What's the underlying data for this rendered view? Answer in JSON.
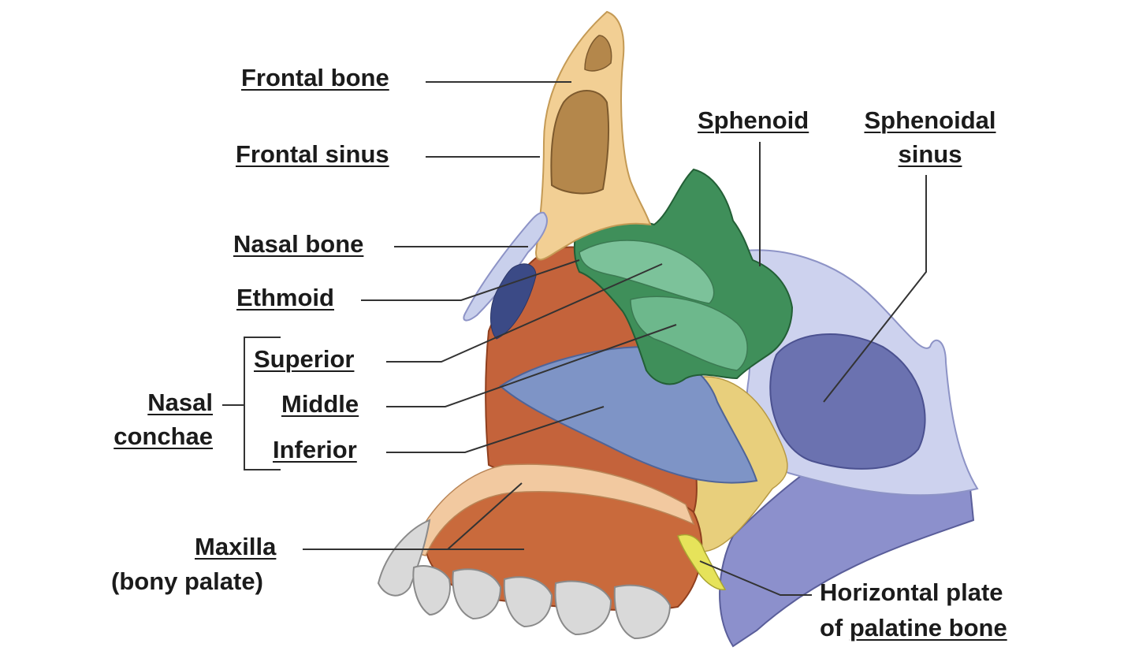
{
  "labels": {
    "frontal_bone": "Frontal bone",
    "frontal_sinus": "Frontal sinus",
    "nasal_bone": "Nasal bone",
    "ethmoid": "Ethmoid",
    "superior": "Superior",
    "middle": "Middle",
    "inferior": "Inferior",
    "nasal_conchae_line1": "Nasal",
    "nasal_conchae_line2": "conchae",
    "maxilla": "Maxilla",
    "bony_palate": "(bony palate)",
    "sphenoid": "Sphenoid",
    "sphenoidal_sinus_line1": "Sphenoidal",
    "sphenoidal_sinus_line2": "sinus",
    "horizontal_plate_line1": "Horizontal plate",
    "horizontal_plate_of": "of ",
    "palatine_bone": "palatine bone"
  },
  "colors": {
    "frontal_bone": "#f2cf94",
    "ethmoid": "#3f8f5a",
    "sphenoid": "#c9d0ec",
    "sinus": "#6b72b0",
    "maxilla": "#c9683f",
    "inferior_concha": "#7f95c6",
    "palatine": "#e6e35a",
    "teeth": "#d6d6d6",
    "leader": "#333333"
  }
}
